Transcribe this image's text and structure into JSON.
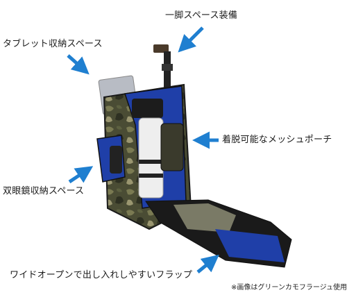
{
  "callouts": {
    "tablet": "タブレット収納スペース",
    "tripod": "一脚スペース装備",
    "mesh_pouch": "着脱可能なメッシュポーチ",
    "binocular": "双眼鏡収納スペース",
    "flap": "ワイドオープンで出し入れしやすいフラップ"
  },
  "note": "※画像はグリーンカモフラージュ使用",
  "colors": {
    "arrow": "#1f7fd0",
    "camo_dark": "#3b3d2a",
    "camo_mid": "#6a6c4a",
    "camo_light": "#a8a47a",
    "interior_blue": "#1f3fa8",
    "lens_white": "#eeeeee",
    "trim_black": "#1a1a1a"
  },
  "icons": [
    "arrow-icon"
  ]
}
